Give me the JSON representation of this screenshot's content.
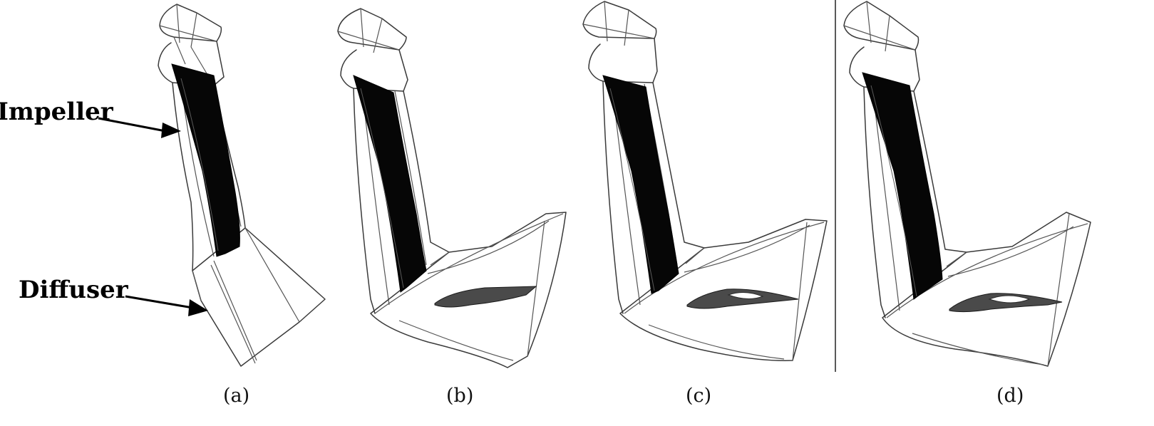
{
  "panels": [
    {
      "caption": "(a)"
    },
    {
      "caption": "(b)"
    },
    {
      "caption": "(c)"
    },
    {
      "caption": "(d)"
    }
  ],
  "callouts": {
    "impeller": "Impeller",
    "diffuser": "Diffuser"
  },
  "colors": {
    "blade": "#060606",
    "wireframe": "#3a3a3a",
    "diffuser_vane": "#4a4a4a"
  }
}
